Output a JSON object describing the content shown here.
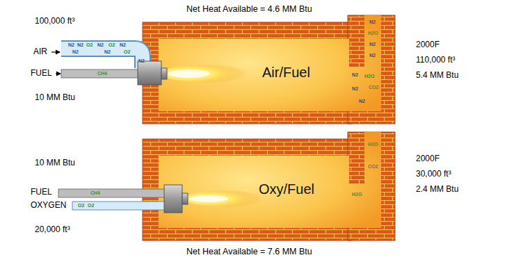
{
  "diagram": {
    "nodes": [
      {
        "text": [
          "Air/Fuel"
        ]
      },
      {
        "text": [
          "Oxy/Fuel"
        ]
      }
    ],
    "labels": [
      "Net Heat Available = 4.6 MM Btu",
      "100,000 ft³",
      "AIR",
      "N2",
      "N2",
      "O2",
      "N2",
      "O2",
      "N2",
      "N2",
      "N2",
      "O2",
      "N2",
      "FUEL",
      "CH4",
      "10 MM Btu",
      "N2",
      "H2O",
      "N2",
      "N2",
      "N2",
      "H2O",
      "CO2",
      "N2",
      "N2",
      "2000F",
      "110,000 ft³",
      "5.4 MM Btu",
      "10 MM Btu",
      "FUEL",
      "CH4",
      "OXYGEN",
      "O2",
      "O2",
      "20,000 ft³",
      "H2O",
      "CO2",
      "H2O",
      "2000F",
      "30,000 ft³",
      "2.4 MM Btu",
      "Net Heat Available = 7.6 MM Btu"
    ]
  }
}
